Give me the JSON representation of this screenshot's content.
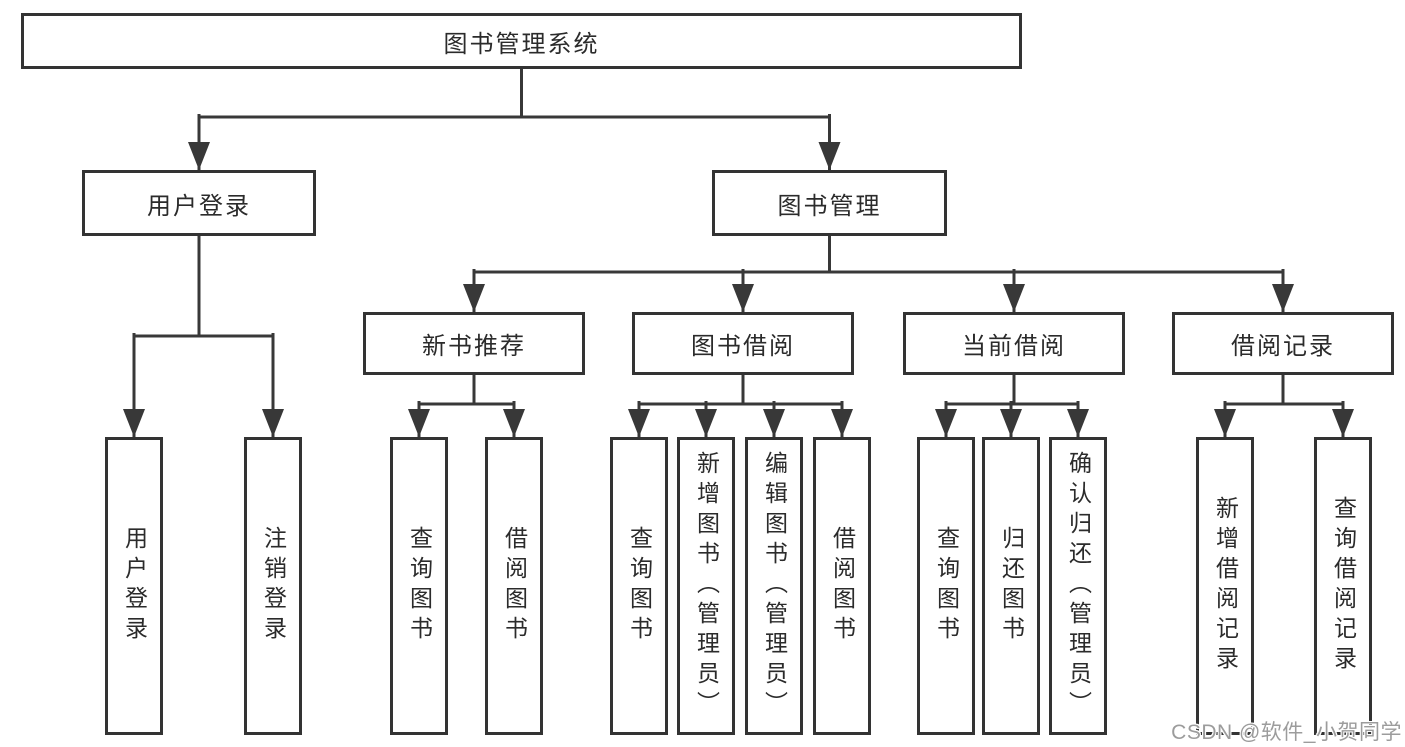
{
  "diagram_title": "图书管理系统",
  "tree": {
    "root": {
      "label": "图书管理系统",
      "children": [
        {
          "label": "用户登录",
          "children": [
            {
              "label": "用户登录"
            },
            {
              "label": "注销登录"
            }
          ]
        },
        {
          "label": "图书管理",
          "children": [
            {
              "label": "新书推荐",
              "children": [
                {
                  "label": "查询图书"
                },
                {
                  "label": "借阅图书"
                }
              ]
            },
            {
              "label": "图书借阅",
              "children": [
                {
                  "label": "查询图书"
                },
                {
                  "label": "新增图书（管理员）"
                },
                {
                  "label": "编辑图书（管理员）"
                },
                {
                  "label": "借阅图书"
                }
              ]
            },
            {
              "label": "当前借阅",
              "children": [
                {
                  "label": "查询图书"
                },
                {
                  "label": "归还图书"
                },
                {
                  "label": "确认归还（管理员）"
                }
              ]
            },
            {
              "label": "借阅记录",
              "children": [
                {
                  "label": "新增借阅记录"
                },
                {
                  "label": "查询借阅记录"
                }
              ]
            }
          ]
        }
      ]
    }
  },
  "watermark": {
    "text": "CSDN @软件_小贺同学"
  },
  "colors": {
    "line": "#383838",
    "box_border": "#333333",
    "text": "#2b2b2b",
    "watermark": "#9c9c9c",
    "background": "#ffffff"
  }
}
